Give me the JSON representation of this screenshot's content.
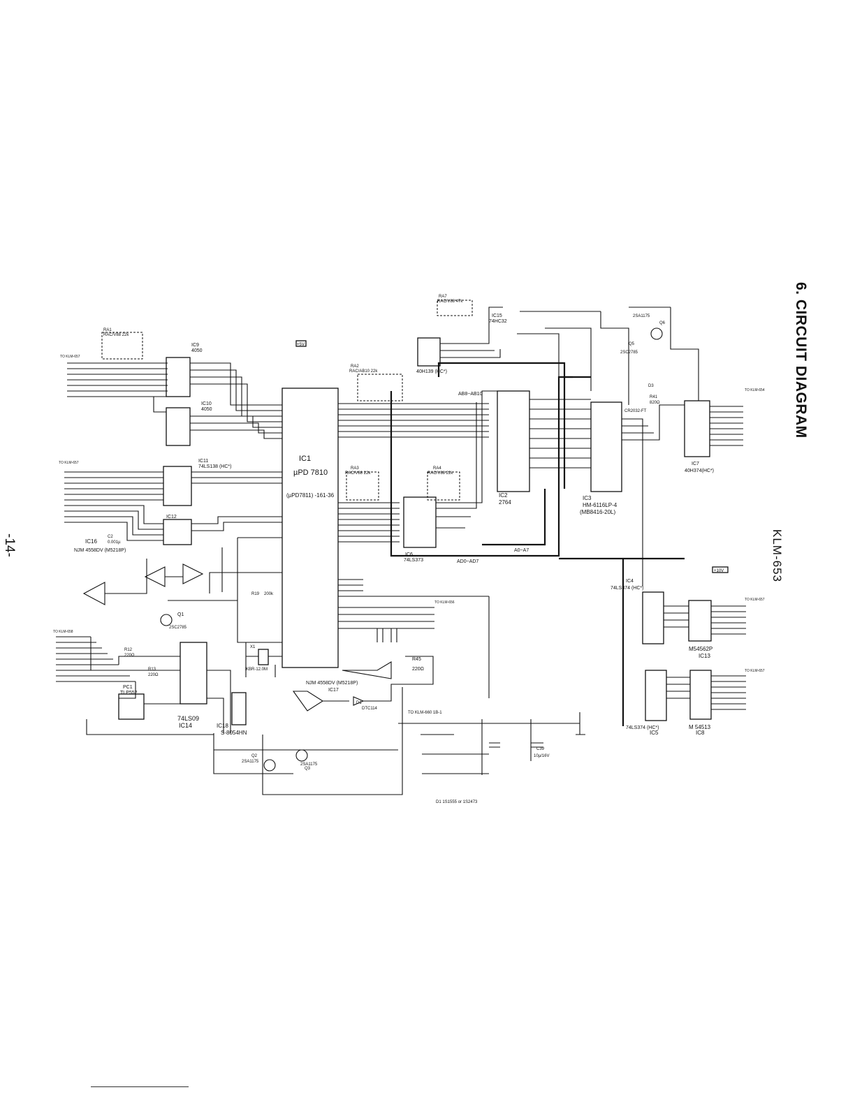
{
  "page": {
    "heading": "6. CIRCUIT DIAGRAM",
    "model": "KLM-653",
    "page_number": "-14-"
  },
  "chips": [
    {
      "ref": "IC1",
      "type": "µPD 7810",
      "alt": "(µPD7811) -161-36"
    },
    {
      "ref": "IC2",
      "type": "2764"
    },
    {
      "ref": "IC3",
      "type": "HM-6116LP-4",
      "alt": "(MB8416-20L)"
    },
    {
      "ref": "IC4",
      "type": "74LS374 (HC*)"
    },
    {
      "ref": "IC5",
      "type": "74LS374 (HC*)"
    },
    {
      "ref": "IC6",
      "type": "74LS373"
    },
    {
      "ref": "IC7",
      "type": "40H374(HC*)"
    },
    {
      "ref": "IC8",
      "type": "M 54513"
    },
    {
      "ref": "IC9",
      "type": "4050"
    },
    {
      "ref": "IC10",
      "type": "4050"
    },
    {
      "ref": "IC11",
      "type": "74LS138 (HC*)"
    },
    {
      "ref": "IC12",
      "type": "40H139 (HC*)"
    },
    {
      "ref": "IC13",
      "type": "M54562P"
    },
    {
      "ref": "IC14",
      "type": "74LS09"
    },
    {
      "ref": "IC15",
      "type": "74HC32"
    },
    {
      "ref": "IC16",
      "type": "NJM 4558DV (M5218P)"
    },
    {
      "ref": "IC17",
      "type": "NJM 4558DV (M5218P)"
    },
    {
      "ref": "IC18",
      "type": "S-8054HN"
    },
    {
      "ref": "PC1",
      "type": "TLP552"
    }
  ],
  "resistor_arrays": [
    {
      "ref": "RA1",
      "value": "RAC/V88 22k"
    },
    {
      "ref": "RA2",
      "value": "RAC/AB10 22k"
    },
    {
      "ref": "RA3",
      "value": "RAC/V88 22k"
    },
    {
      "ref": "RA4",
      "value": "RAC/V88 22k"
    },
    {
      "ref": "RA7",
      "value": "RAC/V88 47k"
    }
  ],
  "connectors": [
    {
      "label": "TO KLM-657"
    },
    {
      "label": "TO KLM-657"
    },
    {
      "label": "TO KLM-658"
    },
    {
      "label": "TO KLM-656"
    },
    {
      "label": "TO KLM-654"
    },
    {
      "label": "TO KLM-657"
    },
    {
      "label": "TO KLM-657"
    },
    {
      "label": "TO KLM-660 1B-1"
    }
  ],
  "buses": {
    "address_data": "AD0~AD7",
    "address_low": "A0~A7",
    "address_high": "AB8~AB10"
  },
  "supplies": [
    "+5V",
    "+10V"
  ],
  "transistors": [
    {
      "ref": "Q1",
      "type": "2SC2785"
    },
    {
      "ref": "Q2",
      "type": "2SA1175"
    },
    {
      "ref": "Q3",
      "type": "2SA1175"
    },
    {
      "ref": "Q5",
      "type": "2SC2785"
    },
    {
      "ref": "Q6",
      "type": "2SA1175"
    }
  ],
  "parts": [
    {
      "ref": "X1",
      "value": "KBR-12.0M"
    },
    {
      "ref": "R45",
      "value": "220Ω"
    },
    {
      "ref": "R12",
      "value": "220Ω"
    },
    {
      "ref": "R13",
      "value": "220Ω"
    },
    {
      "ref": "R19",
      "value": "200k"
    },
    {
      "ref": "R41",
      "value": "820Ω"
    },
    {
      "ref": "C2",
      "value": "0.001µ"
    },
    {
      "ref": "C39",
      "value": "10µ/16V"
    },
    {
      "ref": "D3",
      "value": "CR2032-FT"
    },
    {
      "ref": "D1",
      "value": "DTC114"
    }
  ],
  "notes": {
    "diode_note": "D1 1S1555 or 1S2473"
  }
}
